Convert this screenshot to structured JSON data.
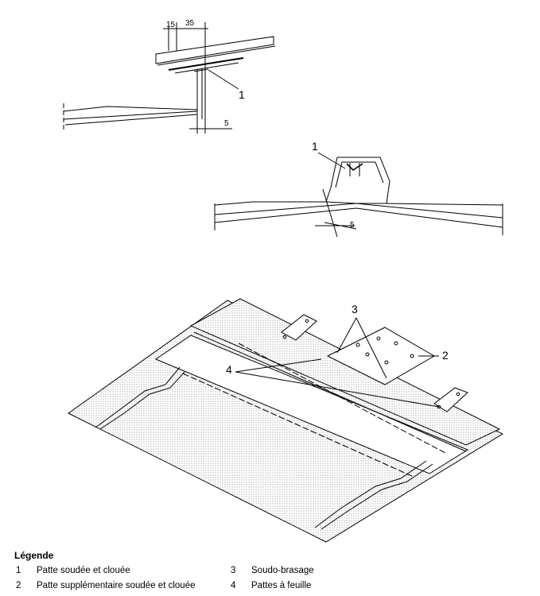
{
  "dimensions": {
    "d15": "15",
    "d35": "35",
    "d5a": "5",
    "d5b": "5"
  },
  "callouts": {
    "c1a": "1",
    "c1b": "1",
    "c2": "2",
    "c3": "3",
    "c4": "4"
  },
  "legend": {
    "title": "Légende",
    "items": [
      {
        "num": "1",
        "text": "Patte soudée et clouée"
      },
      {
        "num": "2",
        "text": "Patte supplémentaire soudée et clouée"
      },
      {
        "num": "3",
        "text": "Soudo-brasage"
      },
      {
        "num": "4",
        "text": "Pattes à feuille"
      }
    ]
  }
}
